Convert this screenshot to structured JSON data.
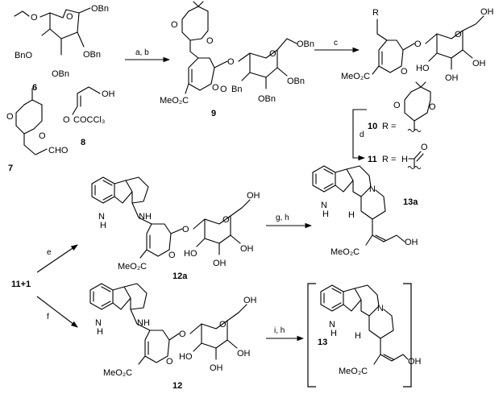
{
  "compounds": {
    "c6": "6",
    "c7": "7",
    "c8": "8",
    "c9": "9",
    "c10": "10",
    "c11": "11",
    "c12a": "12a",
    "c12": "12",
    "c13a": "13a",
    "c13": "13",
    "start": "11+1"
  },
  "r_labels": {
    "c10": "R =",
    "c11": "R =",
    "r": "R"
  },
  "substituents": {
    "obn": "OBn",
    "bno": "BnO",
    "bn": "Bn",
    "cho": "CHO",
    "oh": "OH",
    "ho": "HO",
    "h": "H",
    "o": "O",
    "n": "N",
    "nh": "NH",
    "meo2c": "MeO₂C",
    "cocl3": "COCCl₃"
  },
  "conditions": {
    "ab": "a, b",
    "c": "c",
    "d": "d",
    "e": "e",
    "f": "f",
    "gh": "g, h",
    "ih": "i, h"
  }
}
